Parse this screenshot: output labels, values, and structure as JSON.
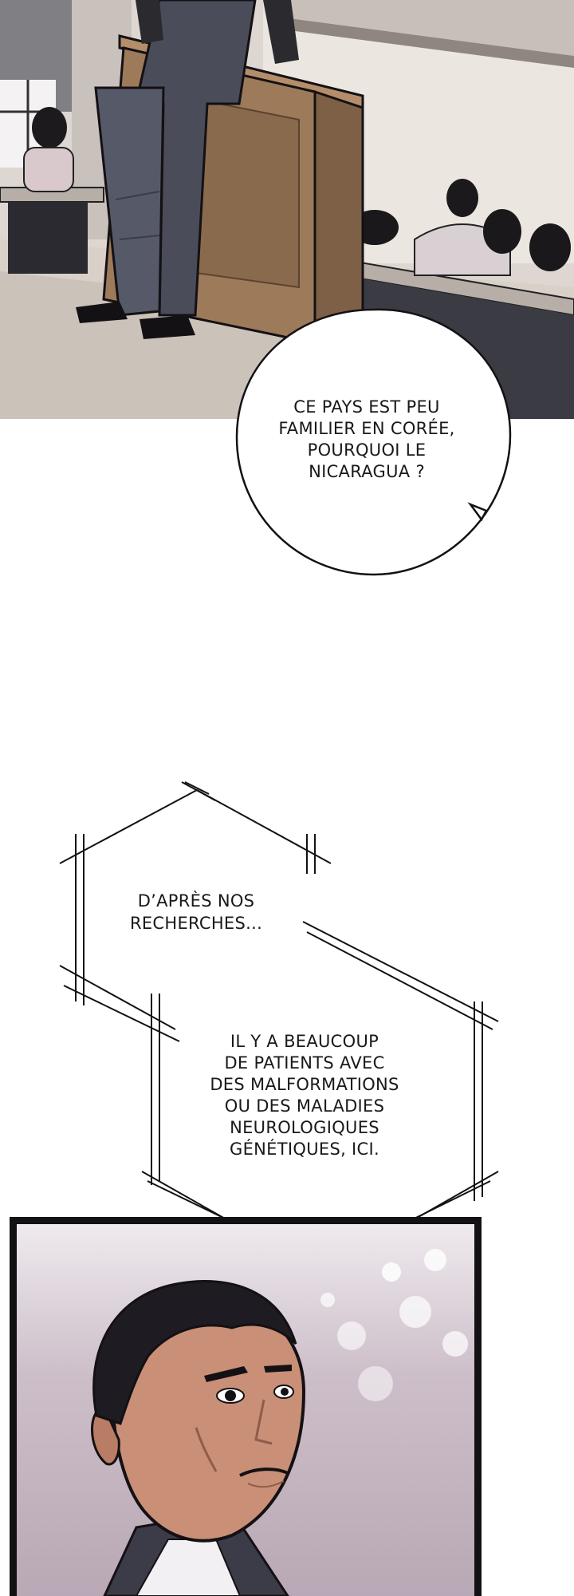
{
  "speech_bubble": {
    "lines": [
      "CE PAYS EST PEU",
      "FAMILIER EN CORÉE,",
      "POURQUOI LE",
      "NICARAGUA ?"
    ]
  },
  "caption_first": {
    "lines": [
      "D’APRÈS NOS",
      "RECHERCHES..."
    ]
  },
  "caption_second": {
    "lines": [
      "IL Y A BEAUCOUP",
      "DE PATIENTS AVEC",
      "DES MALFORMATIONS",
      "OU DES MALADIES",
      "NEUROLOGIQUES",
      "GÉNÉTIQUES, ICI."
    ]
  },
  "colors": {
    "ink": "#141114",
    "podium": "#9c7a5a",
    "suit": "#4a4c5a",
    "skin": "#c98f77"
  }
}
